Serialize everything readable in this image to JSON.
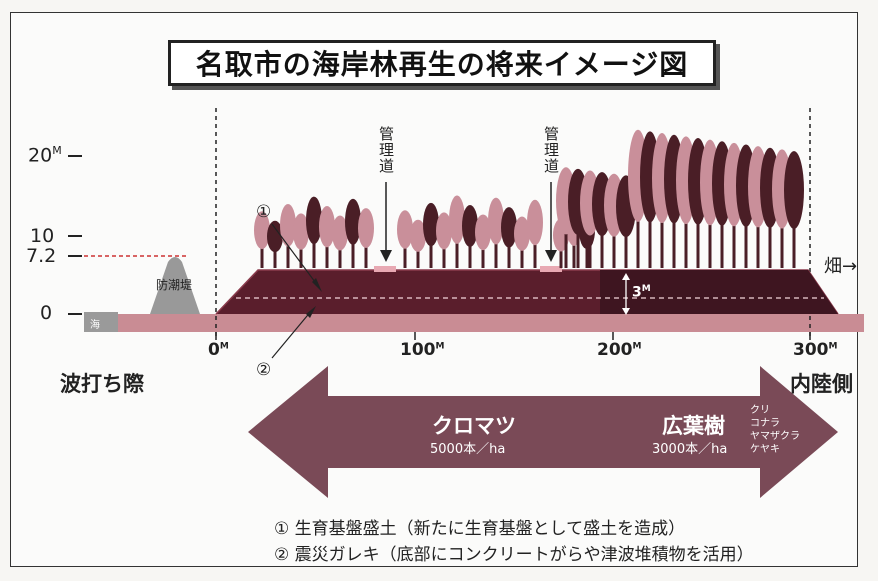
{
  "title": "名取市の海岸林再生の将来イメージ図",
  "y_axis": {
    "h20": "20",
    "h20_unit": "M",
    "h10": "10",
    "h72": "7.2",
    "h0": "0"
  },
  "x_axis": {
    "x0": "0",
    "x100": "100",
    "x200": "200",
    "x300": "300",
    "unit": "M"
  },
  "labels": {
    "sea": "海",
    "seawall": "防潮堤",
    "road1": "管理道",
    "road2": "管理道",
    "depth": "3",
    "depth_unit": "M",
    "field": "畑→",
    "shore": "波打ち際",
    "inland": "内陸側",
    "circle1": "①",
    "circle2": "②"
  },
  "arrow": {
    "left_species": "クロマツ",
    "left_density": "5000本／ha",
    "right_species": "広葉樹",
    "right_density": "3000本／ha",
    "right_list": [
      "クリ",
      "コナラ",
      "ヤマザクラ",
      "ケヤキ"
    ]
  },
  "notes": [
    "① 生育基盤盛土（新たに生育基盤として盛土を造成）",
    "② 震災ガレキ（底部にコンクリートがらや津波堆積物を活用）"
  ],
  "colors": {
    "mound_dark": "#5a1e2c",
    "ground": "#c98c94",
    "arrow": "#7a4a57",
    "tree_pink": "#c98f9a",
    "tree_dark": "#4a1e26"
  }
}
